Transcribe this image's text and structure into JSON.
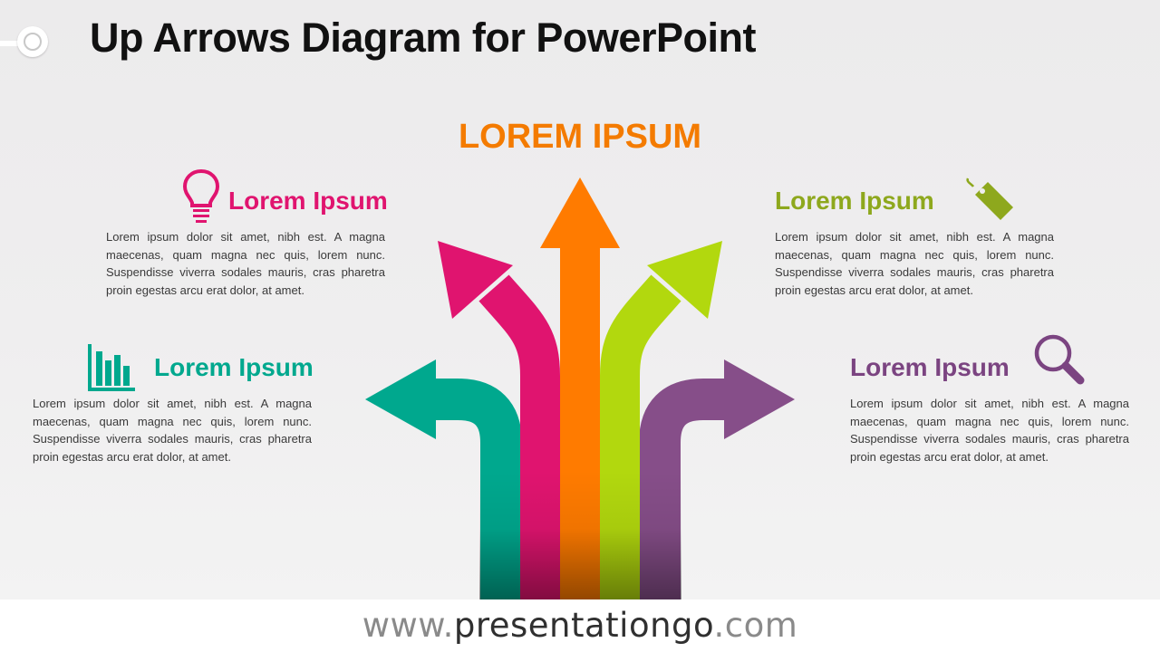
{
  "title": "Up Arrows Diagram for PowerPoint",
  "center_title": "LOREM IPSUM",
  "colors": {
    "teal": "#00a88e",
    "magenta": "#e0146f",
    "orange": "#ff7b00",
    "lime": "#b2d80e",
    "purple": "#864e89",
    "lime_text": "#8ea81d",
    "purple_text": "#7b4481"
  },
  "items": [
    {
      "id": "top-left",
      "heading": "Lorem Ipsum",
      "icon": "lightbulb-icon",
      "text": "Lorem ipsum dolor sit amet, nibh est. A magna maecenas, quam magna nec quis, lorem nunc. Suspendisse viverra sodales mauris, cras pharetra proin egestas arcu erat dolor, at amet."
    },
    {
      "id": "bottom-left",
      "heading": "Lorem Ipsum",
      "icon": "bar-chart-icon",
      "text": "Lorem ipsum dolor sit amet, nibh est. A magna maecenas, quam magna nec quis, lorem nunc. Suspendisse viverra sodales mauris, cras pharetra proin egestas arcu erat dolor, at amet."
    },
    {
      "id": "top-right",
      "heading": "Lorem Ipsum",
      "icon": "price-tag-icon",
      "text": "Lorem ipsum dolor sit amet, nibh est. A magna maecenas, quam magna nec quis, lorem nunc. Suspendisse viverra sodales mauris, cras pharetra proin egestas arcu erat dolor, at amet."
    },
    {
      "id": "bottom-right",
      "heading": "Lorem Ipsum",
      "icon": "magnifier-icon",
      "text": "Lorem ipsum dolor sit amet, nibh est. A magna maecenas, quam magna nec quis, lorem nunc. Suspendisse viverra sodales mauris, cras pharetra proin egestas arcu erat dolor, at amet."
    }
  ],
  "footer": {
    "prefix": "www.",
    "domain": "presentationgo",
    "suffix": ".com"
  }
}
